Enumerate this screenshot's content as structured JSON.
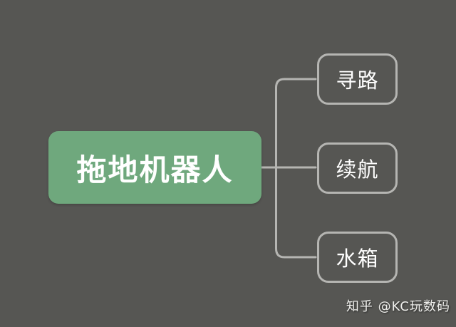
{
  "colors": {
    "background": "#565653",
    "root_node_bg": "#6fa87d",
    "connector_line": "#b5b5b2",
    "node_text": "#ffffff"
  },
  "mindmap": {
    "root_label": "拖地机器人",
    "branches": [
      {
        "label": "寻路"
      },
      {
        "label": "续航"
      },
      {
        "label": "水箱"
      }
    ]
  },
  "watermark": {
    "text": "知乎 @KC玩数码"
  }
}
